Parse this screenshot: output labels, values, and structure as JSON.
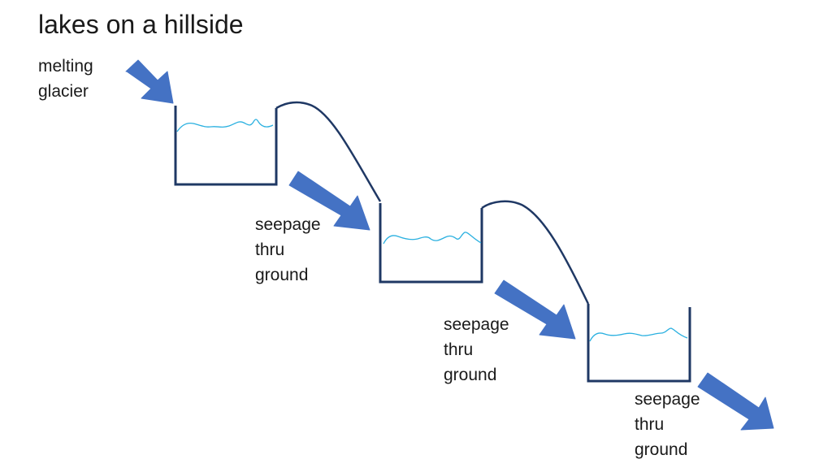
{
  "title": "lakes on a hillside",
  "inflow_label": [
    "melting",
    "glacier"
  ],
  "seepage_labels": [
    [
      "seepage",
      "thru",
      "ground"
    ],
    [
      "seepage",
      "thru",
      "ground"
    ],
    [
      "seepage",
      "thru",
      "ground"
    ]
  ],
  "colors": {
    "arrow": "#4472c4",
    "lake_outline": "#1f3864",
    "water": "#2ab0e0",
    "text": "#1a1a1a"
  }
}
